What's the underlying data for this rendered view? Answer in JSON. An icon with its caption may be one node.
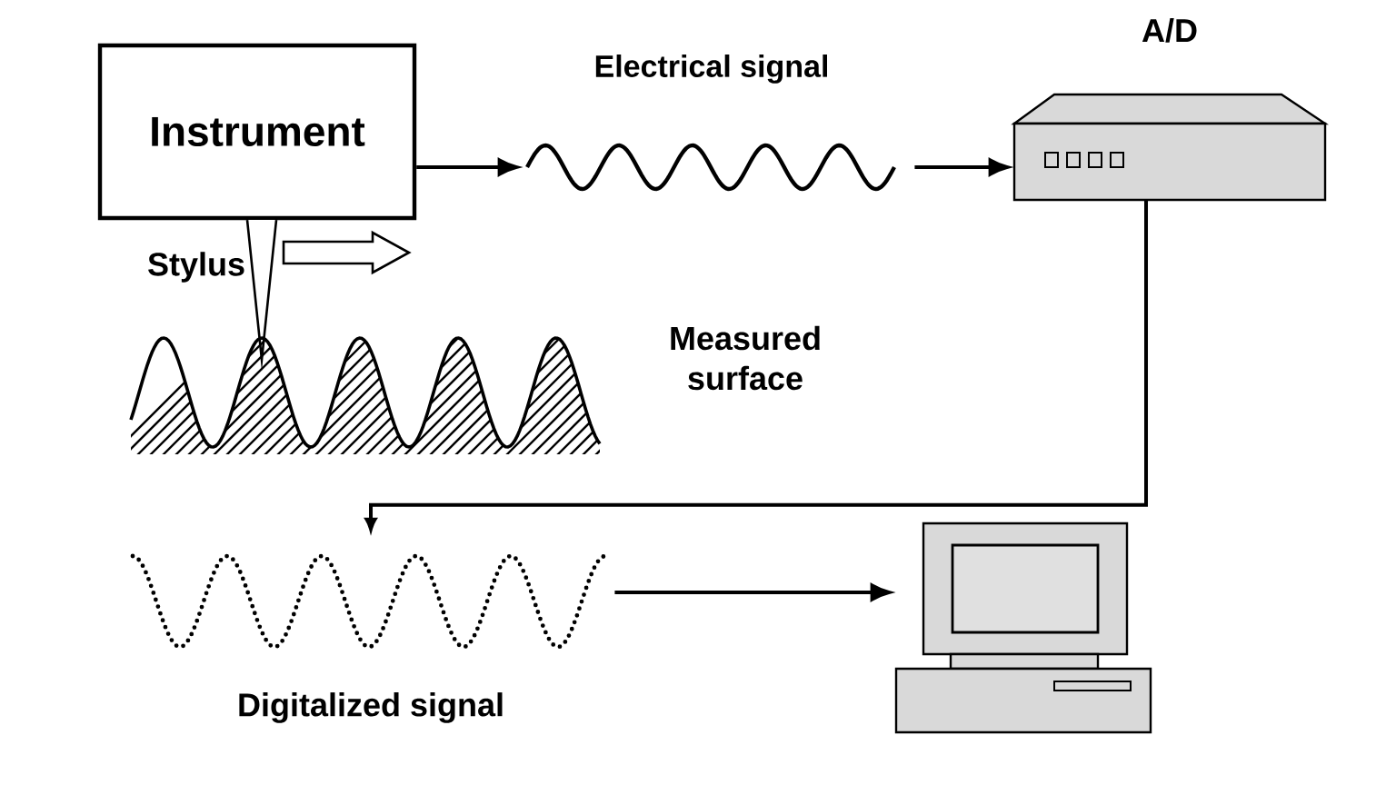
{
  "diagram": {
    "nodes": [
      {
        "text": [
          "Instrument"
        ]
      },
      {
        "text": [
          "Electrical signal"
        ]
      },
      {
        "text": [
          "A/D"
        ]
      },
      {
        "text": [
          "Digitalized signal"
        ]
      },
      {
        "text": [],
        "shape": "picture"
      }
    ],
    "edges": [
      {
        "from": 0,
        "to": 1,
        "arrow": "to"
      },
      {
        "from": 1,
        "to": 2,
        "arrow": "to"
      },
      {
        "from": 2,
        "to": 3,
        "arrow": "to"
      },
      {
        "from": 3,
        "to": 4,
        "arrow": "to"
      }
    ],
    "labels": [
      "Stylus",
      "Measured surface"
    ]
  }
}
